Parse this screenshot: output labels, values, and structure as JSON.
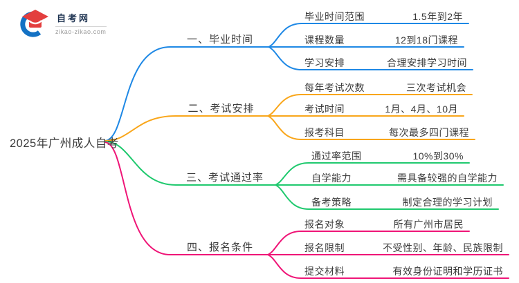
{
  "logo": {
    "title": "自考网",
    "subtitle": "zikao-zikao.com",
    "crescent_color": "#1472C4",
    "cap_color": "#E33E3E"
  },
  "root": {
    "label": "2025年广州成人自考"
  },
  "branches": [
    {
      "label": "一、毕业时间",
      "color": "#1E88E5",
      "items": [
        {
          "label": "毕业时间范围",
          "value": "1.5年到2年"
        },
        {
          "label": "课程数量",
          "value": "12到18门课程"
        },
        {
          "label": "学习安排",
          "value": "合理安排学习时间"
        }
      ]
    },
    {
      "label": "二、考试安排",
      "color": "#F9A61A",
      "items": [
        {
          "label": "每年考试次数",
          "value": "三次考试机会"
        },
        {
          "label": "考试时间",
          "value": "1月、4月、10月"
        },
        {
          "label": "报考科目",
          "value": "每次最多四门课程"
        }
      ]
    },
    {
      "label": "三、考试通过率",
      "color": "#1FC96E",
      "items": [
        {
          "label": "通过率范围",
          "value": "10%到30%"
        },
        {
          "label": "自学能力",
          "value": "需具备较强的自学能力"
        },
        {
          "label": "备考策略",
          "value": "制定合理的学习计划"
        }
      ]
    },
    {
      "label": "四、报名条件",
      "color": "#EF1577",
      "items": [
        {
          "label": "报名对象",
          "value": "所有广州市居民"
        },
        {
          "label": "报名限制",
          "value": "不受性别、年龄、民族限制"
        },
        {
          "label": "提交材料",
          "value": "有效身份证明和学历证书"
        }
      ]
    }
  ]
}
